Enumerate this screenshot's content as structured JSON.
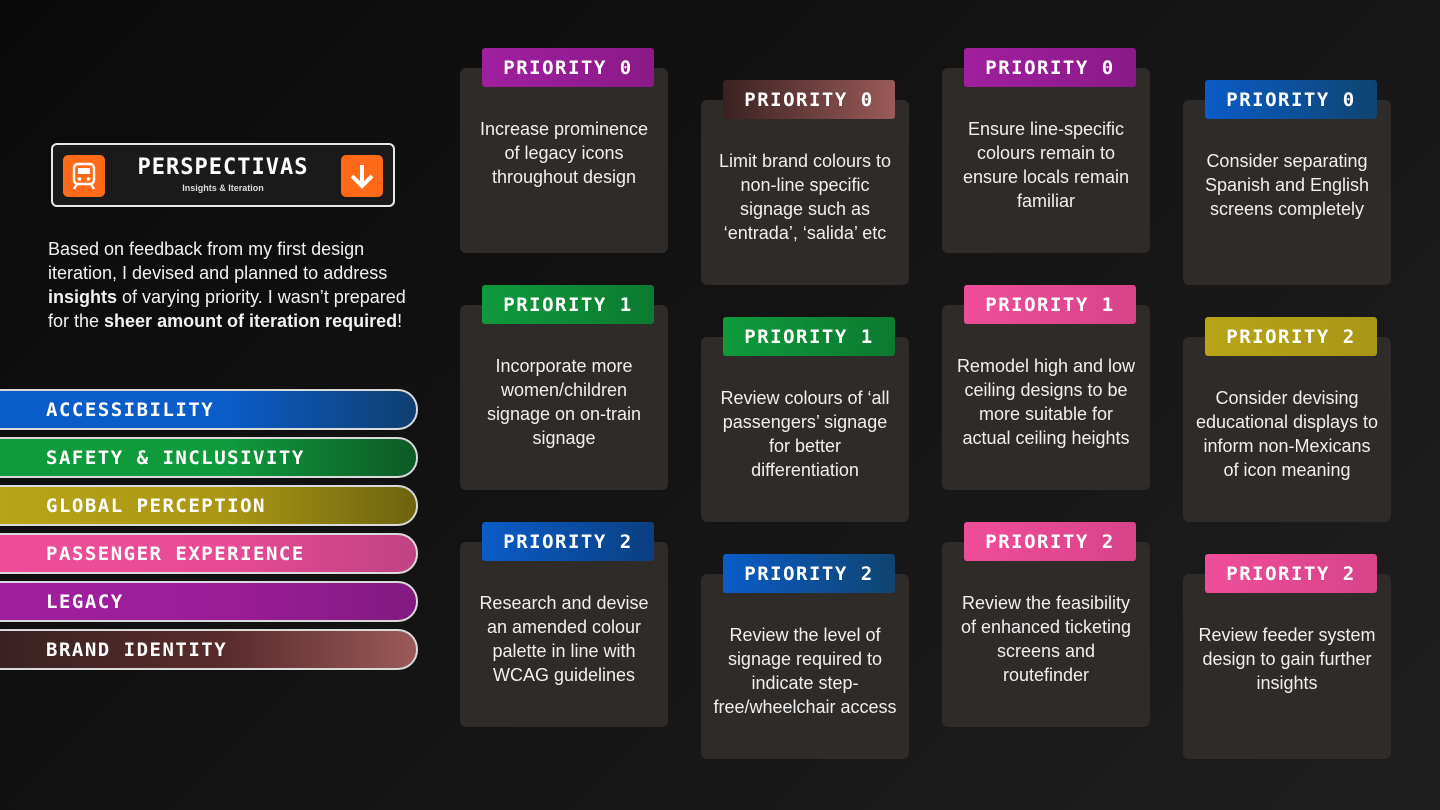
{
  "logo": {
    "title": "PERSPECTIVAS",
    "subtitle": "Insights & Iteration",
    "left_icon": "metro-train-icon",
    "right_icon": "arrow-down-icon"
  },
  "intro": {
    "p1": "Based on feedback from my first design iteration, I devised and planned to address ",
    "b1": "insights",
    "p2": " of varying priority. I wasn’t prepared for the ",
    "b2": "sheer amount of iteration required",
    "p3": "!"
  },
  "categories": [
    {
      "label": "ACCESSIBILITY",
      "color": "#0a5cc8"
    },
    {
      "label": "SAFETY & INCLUSIVITY",
      "color": "#0f9a3c"
    },
    {
      "label": "GLOBAL PERCEPTION",
      "color": "#b8a416"
    },
    {
      "label": "PASSENGER EXPERIENCE",
      "color": "#ef4d9a"
    },
    {
      "label": "LEGACY",
      "color": "#a01f9f"
    },
    {
      "label": "BRAND IDENTITY",
      "color": "#8a3a37"
    }
  ],
  "cards": [
    {
      "priority": "PRIORITY 0",
      "text": "Increase prominence of legacy icons throughout design",
      "color": "#a01f9f"
    },
    {
      "priority": "PRIORITY 0",
      "text": "Limit brand colours to non-line specific signage such as ‘entrada’, ‘salida’ etc",
      "color": "#8a3a37"
    },
    {
      "priority": "PRIORITY 0",
      "text": "Ensure line-specific colours remain to ensure locals remain familiar",
      "color": "#a01f9f"
    },
    {
      "priority": "PRIORITY 0",
      "text": "Consider separating Spanish and English screens completely",
      "color": "#0a5cc8"
    },
    {
      "priority": "PRIORITY 1",
      "text": "Incorporate more women/children signage on on-train signage",
      "color": "#0f9a3c"
    },
    {
      "priority": "PRIORITY 1",
      "text": "Review colours of ‘all passengers’ signage for better differentiation",
      "color": "#0f9a3c"
    },
    {
      "priority": "PRIORITY 1",
      "text": "Remodel high and low ceiling designs to be more suitable for actual ceiling heights",
      "color": "#ef4d9a"
    },
    {
      "priority": "PRIORITY 2",
      "text": "Consider devising educational displays to inform non-Mexicans of icon meaning",
      "color": "#b8a416"
    },
    {
      "priority": "PRIORITY 2",
      "text": "Research and devise an amended colour palette in line with WCAG guidelines",
      "color": "#0a5cc8"
    },
    {
      "priority": "PRIORITY 2",
      "text": "Review the level of signage required to indicate step-free/wheelchair access",
      "color": "#0a5cc8"
    },
    {
      "priority": "PRIORITY 2",
      "text": "Review the feasibility of enhanced ticketing screens and routefinder",
      "color": "#ef4d9a"
    },
    {
      "priority": "PRIORITY 2",
      "text": "Review feeder system design to gain further insights",
      "color": "#ef4d9a"
    }
  ]
}
